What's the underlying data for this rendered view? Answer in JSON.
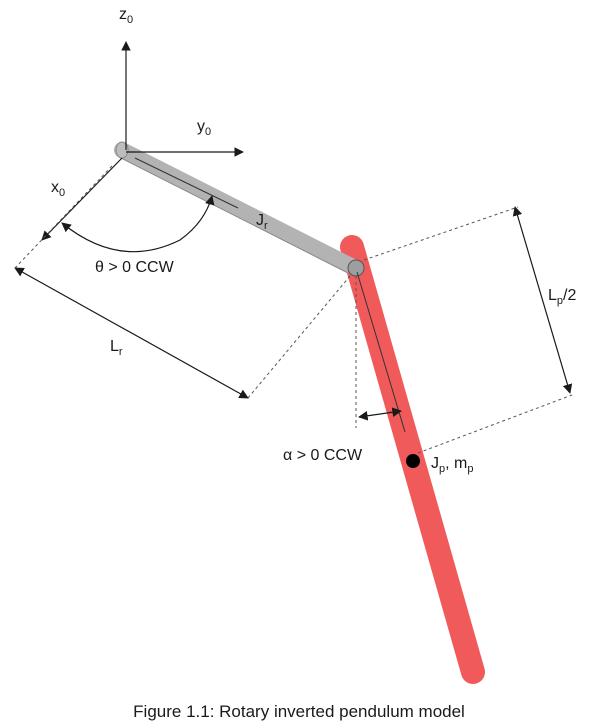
{
  "colors": {
    "pendulum": "#f05a5a",
    "arm": "#b3b3b3",
    "axis": "#1a1a1a"
  },
  "axes": {
    "z": {
      "base": "z",
      "sub": "0"
    },
    "y": {
      "base": "y",
      "sub": "0"
    },
    "x": {
      "base": "x",
      "sub": "0"
    }
  },
  "labels": {
    "arm_inertia": {
      "base": "J",
      "sub": "r"
    },
    "theta": "θ > 0 CCW",
    "arm_length": {
      "base": "L",
      "sub": "r"
    },
    "half_length": {
      "base": "L",
      "sub": "p",
      "tail": "/2"
    },
    "alpha": "α > 0 CCW",
    "pendulum_props": {
      "b1": "J",
      "s1": "p",
      "mid": ", m",
      "s2": "p"
    }
  },
  "caption": "Figure 1.1: Rotary inverted pendulum model"
}
